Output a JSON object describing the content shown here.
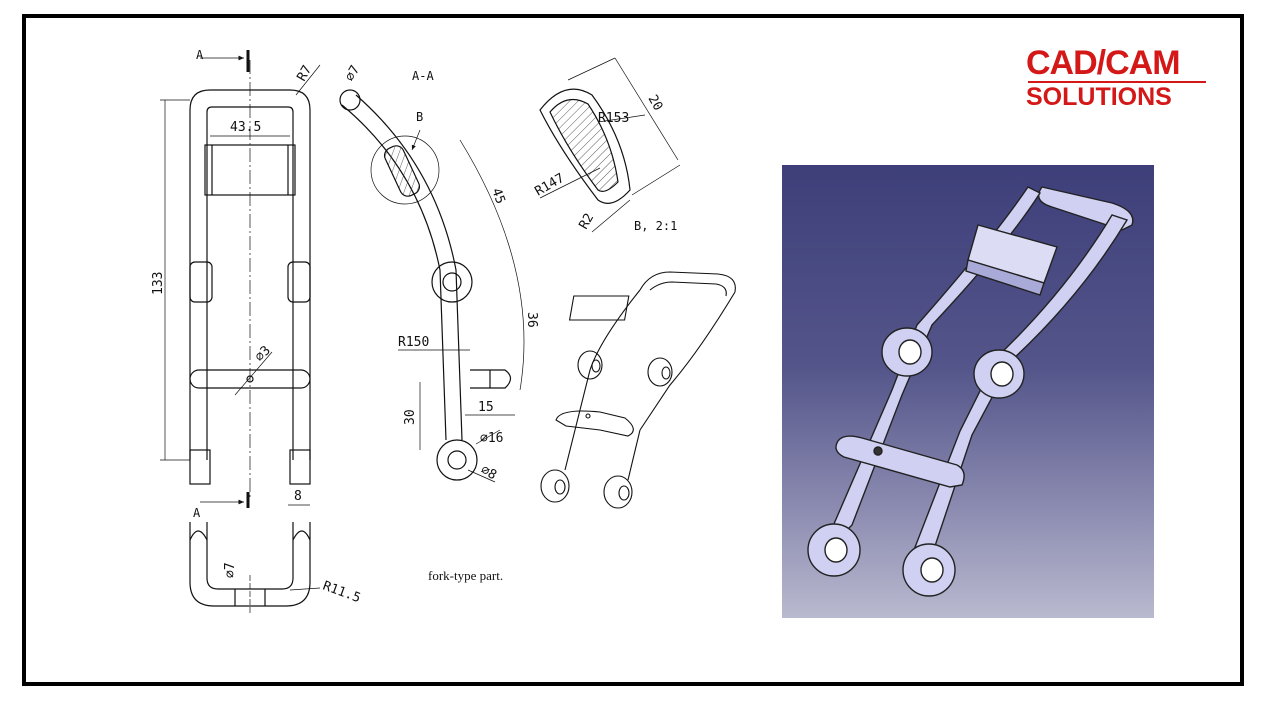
{
  "logo": {
    "line1": "CAD/CAM",
    "line2": "SOLUTIONS"
  },
  "caption": "fork-type part.",
  "section": {
    "title": "A-A",
    "cut_label_top": "A",
    "cut_label_bottom": "A",
    "detail_label": "B"
  },
  "detail": {
    "title": "B, 2:1",
    "r153": "R153",
    "r147": "R147",
    "r2": "R2",
    "d20": "20"
  },
  "front_view": {
    "width": "43.5",
    "height": "133",
    "r7": "R7",
    "hole": "⌀3",
    "tube": "8"
  },
  "bottom_view": {
    "tube": "⌀7",
    "radius": "R11.5"
  },
  "side_view": {
    "tube": "⌀7",
    "d45": "45",
    "d36": "36",
    "r150": "R150",
    "d15": "15",
    "d30": "30",
    "boss": "⌀16",
    "bore": "⌀8"
  },
  "colors": {
    "logo": "#d41818",
    "render_bg_top": "#3e3f7a",
    "render_bg_bottom": "#b9b9cf",
    "part": "#cfd0f2"
  }
}
